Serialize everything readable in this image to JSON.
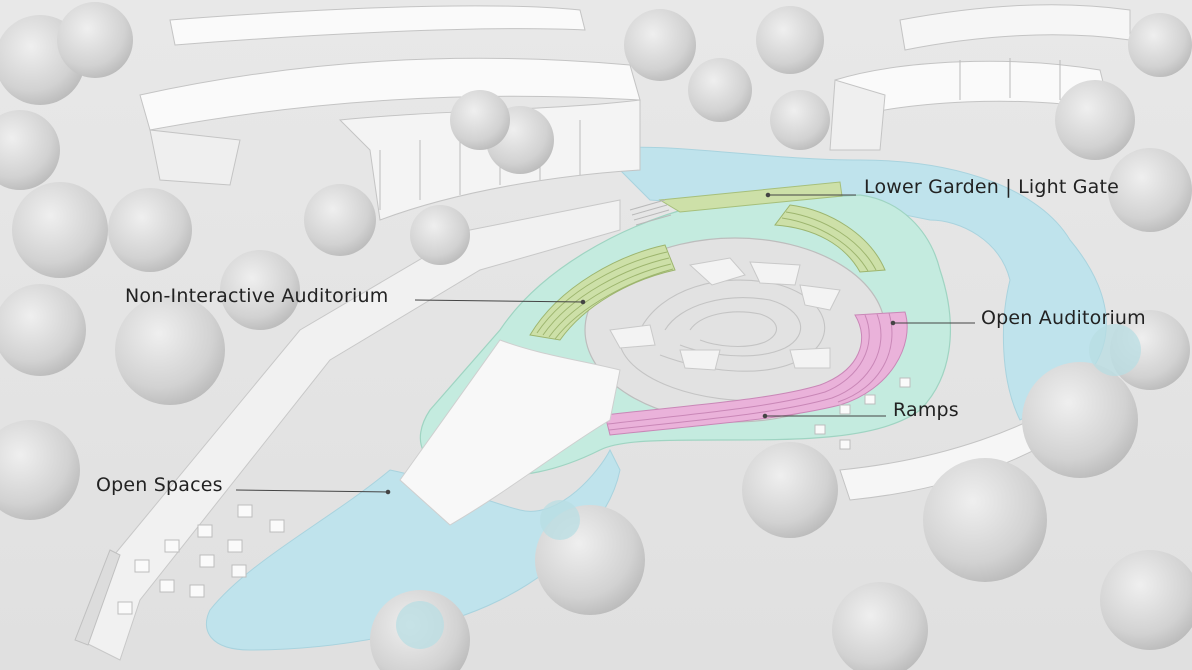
{
  "labels": {
    "lower_garden": "Lower Garden | Light Gate",
    "non_interactive": "Non-Interactive Auditorium",
    "open_auditorium": "Open Auditorium",
    "ramps": "Ramps",
    "open_spaces": "Open Spaces"
  },
  "colors": {
    "background": "#ececec",
    "water": "#bfe3ec",
    "mint_path": "#bfe8dc",
    "green_seating": "#cde0a8",
    "pink_seating": "#eab2da",
    "building": "#f6f6f6",
    "tree": "#d3d3d3",
    "leader_line": "#444444"
  }
}
